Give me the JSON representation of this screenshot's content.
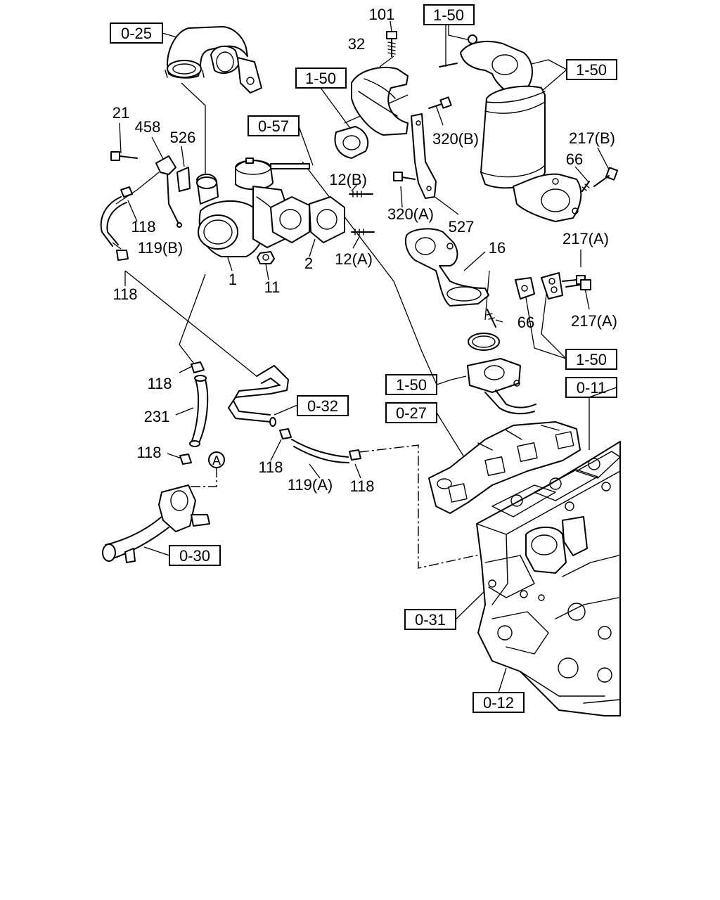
{
  "ref_boxes": {
    "r0_25": "0-25",
    "r1_50_top": "1-50",
    "r1_50_right": "1-50",
    "r1_50_shield": "1-50",
    "r0_57": "0-57",
    "r1_50_lower_right": "1-50",
    "r1_50_mid": "1-50",
    "r0_11": "0-11",
    "r0_27": "0-27",
    "r0_32": "0-32",
    "r0_30": "0-30",
    "r0_31": "0-31",
    "r0_12": "0-12"
  },
  "callouts": {
    "c101": "101",
    "c32": "32",
    "c21": "21",
    "c458": "458",
    "c526": "526",
    "c12b": "12(B)",
    "c320b": "320(B)",
    "c217b": "217(B)",
    "c66_top": "66",
    "c118_a": "118",
    "c119b": "119(B)",
    "c320a": "320(A)",
    "c527": "527",
    "c2": "2",
    "c12a": "12(A)",
    "c1": "1",
    "c11": "11",
    "c16": "16",
    "c217a_top": "217(A)",
    "c118_b": "118",
    "c66_mid": "66",
    "c217a_bot": "217(A)",
    "c118_c": "118",
    "c231": "231",
    "c118_d": "118",
    "c118_e": "118",
    "c119a": "119(A)",
    "c118_f": "118",
    "cA": "A"
  }
}
